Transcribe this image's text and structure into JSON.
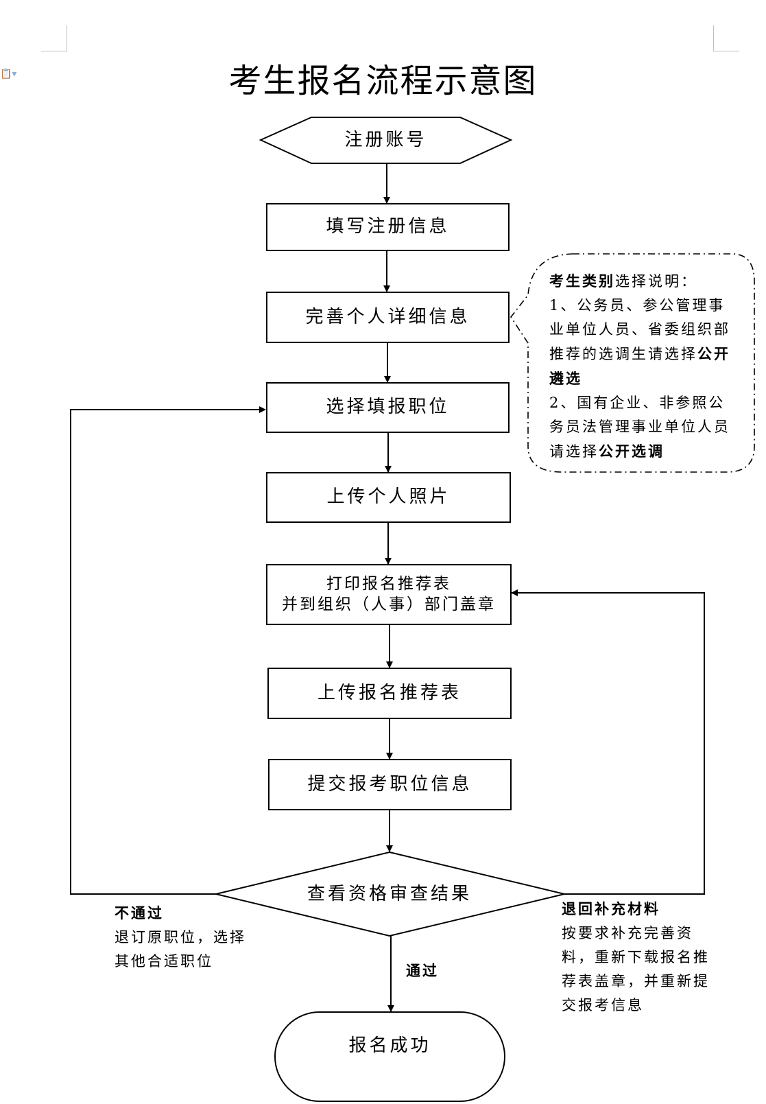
{
  "page": {
    "title": "考生报名流程示意图"
  },
  "nodes": {
    "register_account": "注册账号",
    "fill_registration": "填写注册信息",
    "complete_profile": "完善个人详细信息",
    "select_position": "选择填报职位",
    "upload_photo": "上传个人照片",
    "print_form_line1": "打印报名推荐表",
    "print_form_line2": "并到组织（人事）部门盖章",
    "upload_form": "上传报名推荐表",
    "submit_info": "提交报考职位信息",
    "check_result": "查看资格审查结果",
    "success": "报名成功"
  },
  "callout": {
    "heading_bold": "考生类别",
    "heading_rest": "选择说明：",
    "item1_text": "1、公务员、参公管理事业单位人员、省委组织部推荐的选调生请选择",
    "item1_bold": "公开遴选",
    "item2_text": "2、国有企业、非参照公务员法管理事业单位人员请选择",
    "item2_bold": "公开选调"
  },
  "branches": {
    "fail": {
      "label": "不通过",
      "desc": "退订原职位，选择其他合适职位"
    },
    "return": {
      "label": "退回补充材料",
      "desc": "按要求补充完善资料，重新下载报名推荐表盖章，并重新提交报考信息"
    },
    "pass": {
      "label": "通过"
    }
  },
  "icons": {
    "doc_options": "paste-options-icon"
  }
}
